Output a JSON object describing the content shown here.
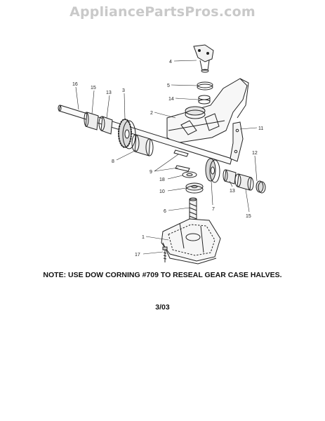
{
  "watermark": "AppliancePartsPros.com",
  "callouts": {
    "c1": "1",
    "c2": "2",
    "c3": "3",
    "c4": "4",
    "c5": "5",
    "c6": "6",
    "c7": "7",
    "c8": "8",
    "c9": "9",
    "c10": "10",
    "c11": "11",
    "c12": "12",
    "c13a": "13",
    "c13b": "13",
    "c14": "14",
    "c15a": "15",
    "c15b": "15",
    "c16": "16",
    "c17": "17",
    "c18": "18"
  },
  "note": "NOTE: USE DOW CORNING #709 TO RESEAL GEAR CASE HALVES.",
  "date": "3/03"
}
